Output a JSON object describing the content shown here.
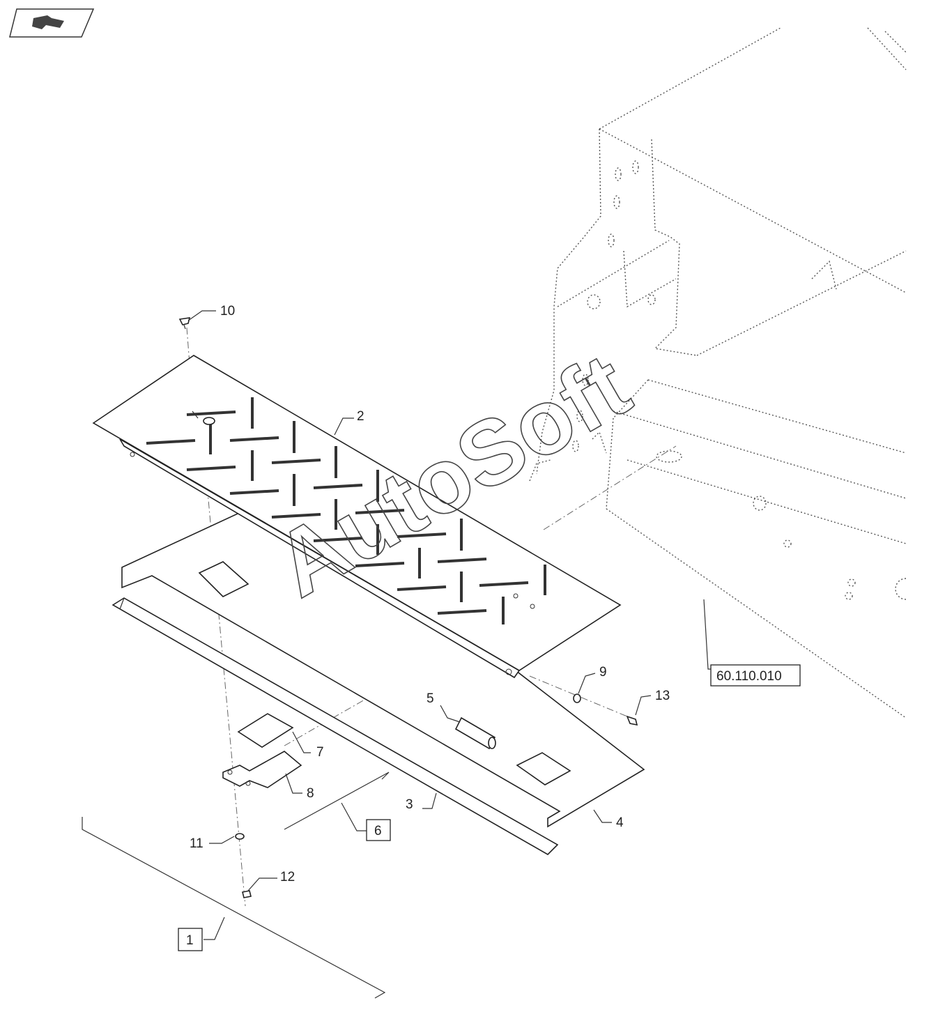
{
  "callouts": {
    "c1": "1",
    "c2": "2",
    "c3": "3",
    "c4": "4",
    "c5": "5",
    "c6": "6",
    "c7": "7",
    "c8": "8",
    "c9": "9",
    "c10": "10",
    "c11": "11",
    "c12": "12",
    "c13": "13"
  },
  "reference": {
    "frame_ref": "60.110.010"
  },
  "watermark": {
    "text": "AutoSoft"
  },
  "icons": {
    "corner": "page-navigation-icon"
  }
}
